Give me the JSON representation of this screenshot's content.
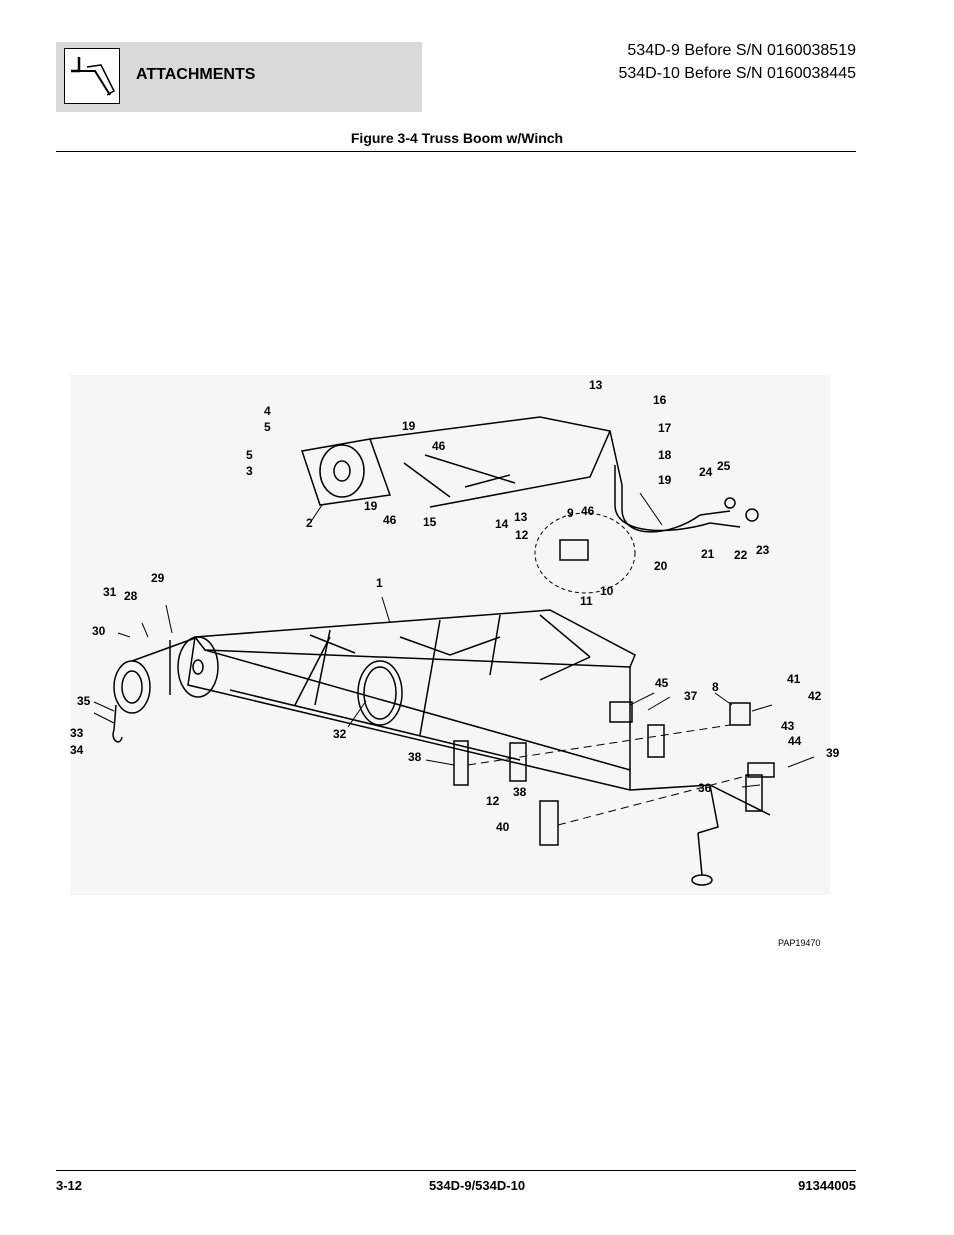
{
  "header": {
    "section": "ATTACHMENTS",
    "icon": "boom-attachment-icon",
    "models": [
      "534D-9 Before S/N 0160038519",
      "534D-10 Before S/N 0160038445"
    ]
  },
  "figure": {
    "title": "Figure 3-4 Truss Boom w/Winch",
    "code": "PAP19470",
    "callouts": [
      "1",
      "2",
      "3",
      "4",
      "5",
      "5",
      "8",
      "9",
      "10",
      "11",
      "12",
      "12",
      "13",
      "13",
      "14",
      "15",
      "16",
      "17",
      "18",
      "19",
      "19",
      "19",
      "20",
      "21",
      "22",
      "23",
      "24",
      "25",
      "28",
      "29",
      "30",
      "31",
      "32",
      "33",
      "34",
      "35",
      "36",
      "37",
      "38",
      "38",
      "39",
      "40",
      "41",
      "42",
      "43",
      "44",
      "45",
      "46",
      "46",
      "46"
    ]
  },
  "footer": {
    "page": "3-12",
    "model": "534D-9/534D-10",
    "doc": "91344005"
  }
}
